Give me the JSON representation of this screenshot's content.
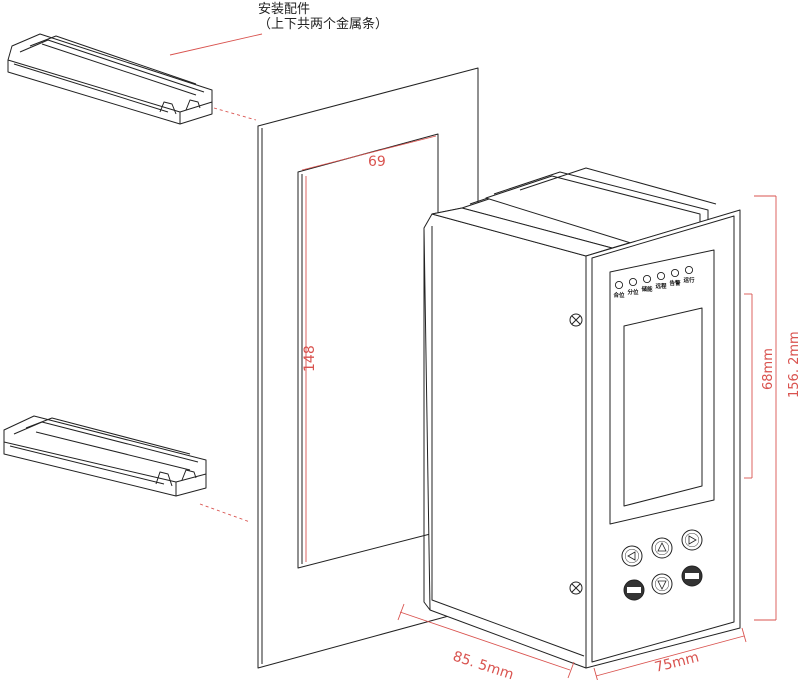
{
  "callout": {
    "line1": "安装配件",
    "line2": "（上下共两个金属条）"
  },
  "dimensions": {
    "cutout_width": "69",
    "cutout_height": "148",
    "depth": "85. 5mm",
    "front_width": "75mm",
    "screen_height": "68mm",
    "total_height": "156. 2mm"
  },
  "panel": {
    "led_labels": [
      "合位",
      "分位",
      "储能",
      "远程",
      "告警",
      "运行"
    ]
  },
  "colors": {
    "dimension": "#d9534f",
    "outline": "#222222"
  }
}
